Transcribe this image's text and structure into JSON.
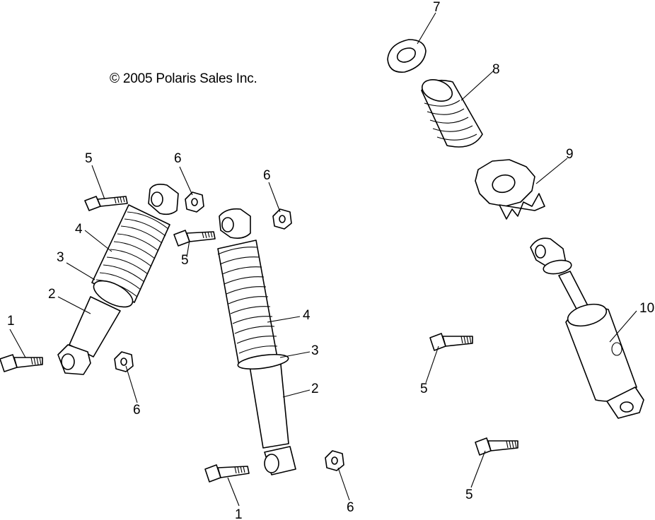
{
  "copyright": "© 2005 Polaris Sales Inc.",
  "callouts": [
    {
      "id": "c1a",
      "label": "1"
    },
    {
      "id": "c1b",
      "label": "1"
    },
    {
      "id": "c2a",
      "label": "2"
    },
    {
      "id": "c2b",
      "label": "2"
    },
    {
      "id": "c3a",
      "label": "3"
    },
    {
      "id": "c3b",
      "label": "3"
    },
    {
      "id": "c4a",
      "label": "4"
    },
    {
      "id": "c4b",
      "label": "4"
    },
    {
      "id": "c5a",
      "label": "5"
    },
    {
      "id": "c5b",
      "label": "5"
    },
    {
      "id": "c5c",
      "label": "5"
    },
    {
      "id": "c5d",
      "label": "5"
    },
    {
      "id": "c6a",
      "label": "6"
    },
    {
      "id": "c6b",
      "label": "6"
    },
    {
      "id": "c6c",
      "label": "6"
    },
    {
      "id": "c6d",
      "label": "6"
    },
    {
      "id": "c7",
      "label": "7"
    },
    {
      "id": "c8",
      "label": "8"
    },
    {
      "id": "c9",
      "label": "9"
    },
    {
      "id": "c10",
      "label": "10"
    }
  ]
}
